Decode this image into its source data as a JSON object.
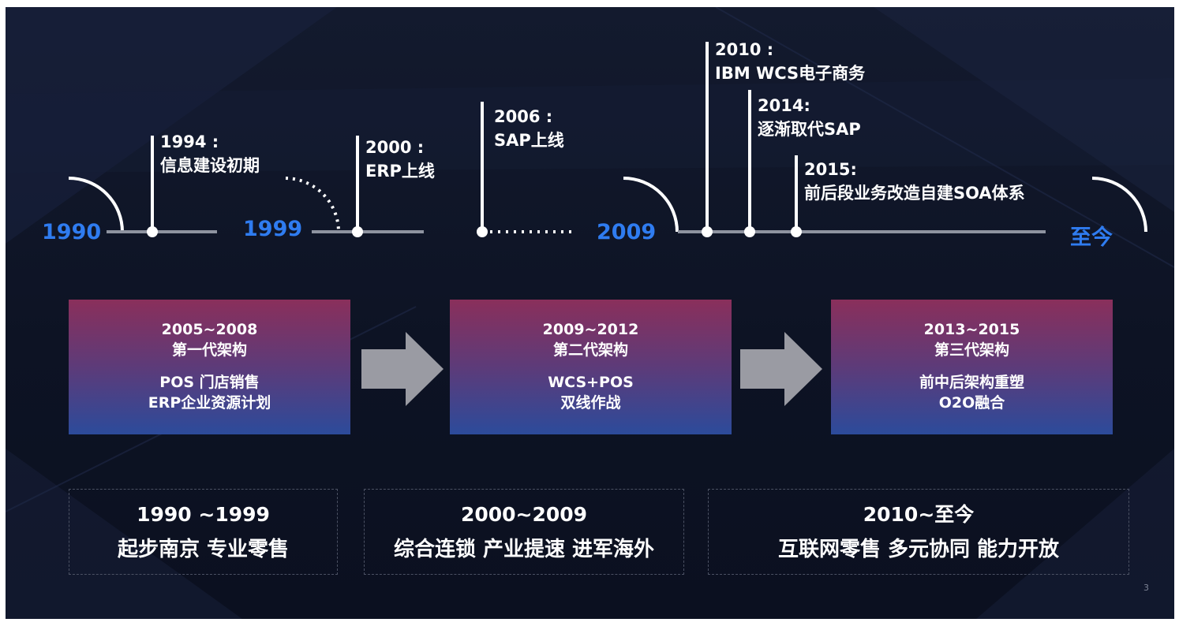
{
  "timeline": {
    "years": {
      "y1990": "1990",
      "y1999": "1999",
      "y2009": "2009",
      "now": "至今"
    },
    "milestones": [
      {
        "year": "1994 :",
        "text": "信息建设初期"
      },
      {
        "year": "2000 :",
        "text": "ERP上线"
      },
      {
        "year": "2006 :",
        "text": "SAP上线"
      },
      {
        "year": "2010 :",
        "text": "IBM WCS电子商务"
      },
      {
        "year": "2014:",
        "text": "逐渐取代SAP"
      },
      {
        "year": "2015:",
        "text": "前后段业务改造自建SOA体系"
      }
    ]
  },
  "generations": [
    {
      "range": "2005~2008",
      "name": "第一代架构",
      "line1": "POS 门店销售",
      "line2": "ERP企业资源计划"
    },
    {
      "range": "2009~2012",
      "name": "第二代架构",
      "line1": "WCS+POS",
      "line2": "双线作战"
    },
    {
      "range": "2013~2015",
      "name": "第三代架构",
      "line1": "前中后架构重塑",
      "line2": "O2O融合"
    }
  ],
  "eras": [
    {
      "range": "1990 ~1999",
      "desc": "起步南京 专业零售"
    },
    {
      "range": "2000~2009",
      "desc": "综合连锁 产业提速 进军海外"
    },
    {
      "range": "2010~至今",
      "desc": "互联网零售 多元协同 能力开放"
    }
  ],
  "page_number": "3",
  "colors": {
    "accent": "#2f7cf0",
    "line": "#8e93a0",
    "box_top": "#8a2f5b",
    "box_bottom": "#2c4b9b",
    "arrow": "#9a9ba3"
  }
}
